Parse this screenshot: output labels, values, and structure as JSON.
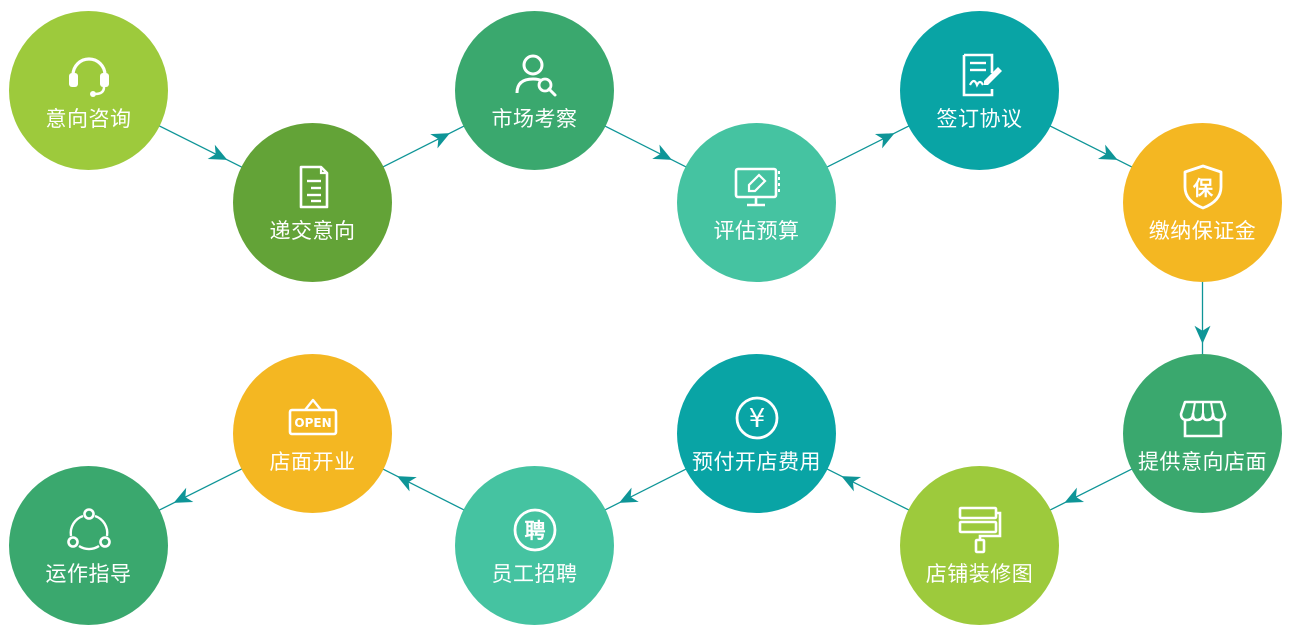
{
  "colors": {
    "light_green": "#9dca3c",
    "dark_green": "#63a337",
    "green": "#3aa86e",
    "mint": "#45c3a1",
    "teal": "#09a4a5",
    "yellow": "#f4b722",
    "connector": "#0e9597"
  },
  "steps": [
    {
      "label": "意向咨询",
      "icon": "headset-icon",
      "color": "light_green"
    },
    {
      "label": "递交意向",
      "icon": "document-icon",
      "color": "dark_green"
    },
    {
      "label": "市场考察",
      "icon": "user-search-icon",
      "color": "green"
    },
    {
      "label": "评估预算",
      "icon": "monitor-pen-icon",
      "color": "mint"
    },
    {
      "label": "签订协议",
      "icon": "contract-sign-icon",
      "color": "teal"
    },
    {
      "label": "缴纳保证金",
      "icon": "shield-bao-icon",
      "color": "yellow"
    },
    {
      "label": "提供意向店面",
      "icon": "storefront-icon",
      "color": "green"
    },
    {
      "label": "店铺装修图",
      "icon": "paint-roller-icon",
      "color": "light_green"
    },
    {
      "label": "预付开店费用",
      "icon": "yen-coin-icon",
      "color": "teal"
    },
    {
      "label": "员工招聘",
      "icon": "recruit-pin-icon",
      "color": "mint"
    },
    {
      "label": "店面开业",
      "icon": "open-sign-icon",
      "color": "yellow"
    },
    {
      "label": "运作指导",
      "icon": "share-cycle-icon",
      "color": "green"
    }
  ],
  "icon_text": {
    "recruit_char": "聘",
    "shield_char": "保",
    "yen_char": "¥",
    "open_text": "OPEN"
  }
}
